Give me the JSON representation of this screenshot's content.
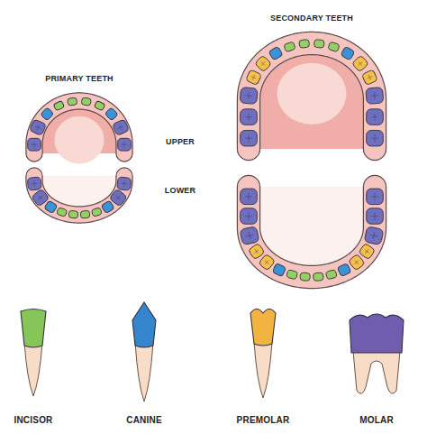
{
  "diagram": {
    "labels": [
      "PRIMARY TEETH",
      "SECONDARY TEETH",
      "UPPER",
      "LOWER",
      "INCISOR",
      "CANINE",
      "PREMOLAR",
      "MOLAR"
    ]
  }
}
